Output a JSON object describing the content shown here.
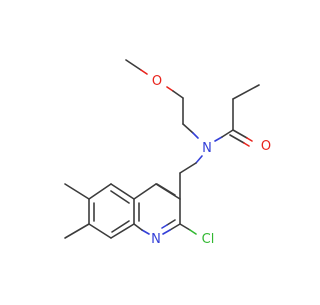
{
  "molecule": {
    "atoms": {
      "oxygen_methoxy": "O",
      "oxygen_carbonyl": "O",
      "nitrogen_amide": "N",
      "nitrogen_ring": "N",
      "chlorine": "Cl"
    },
    "colors": {
      "carbon_bond": "#3c3c3c",
      "oxygen": "#e8231c",
      "nitrogen": "#3440d8",
      "chlorine": "#32b832"
    }
  }
}
